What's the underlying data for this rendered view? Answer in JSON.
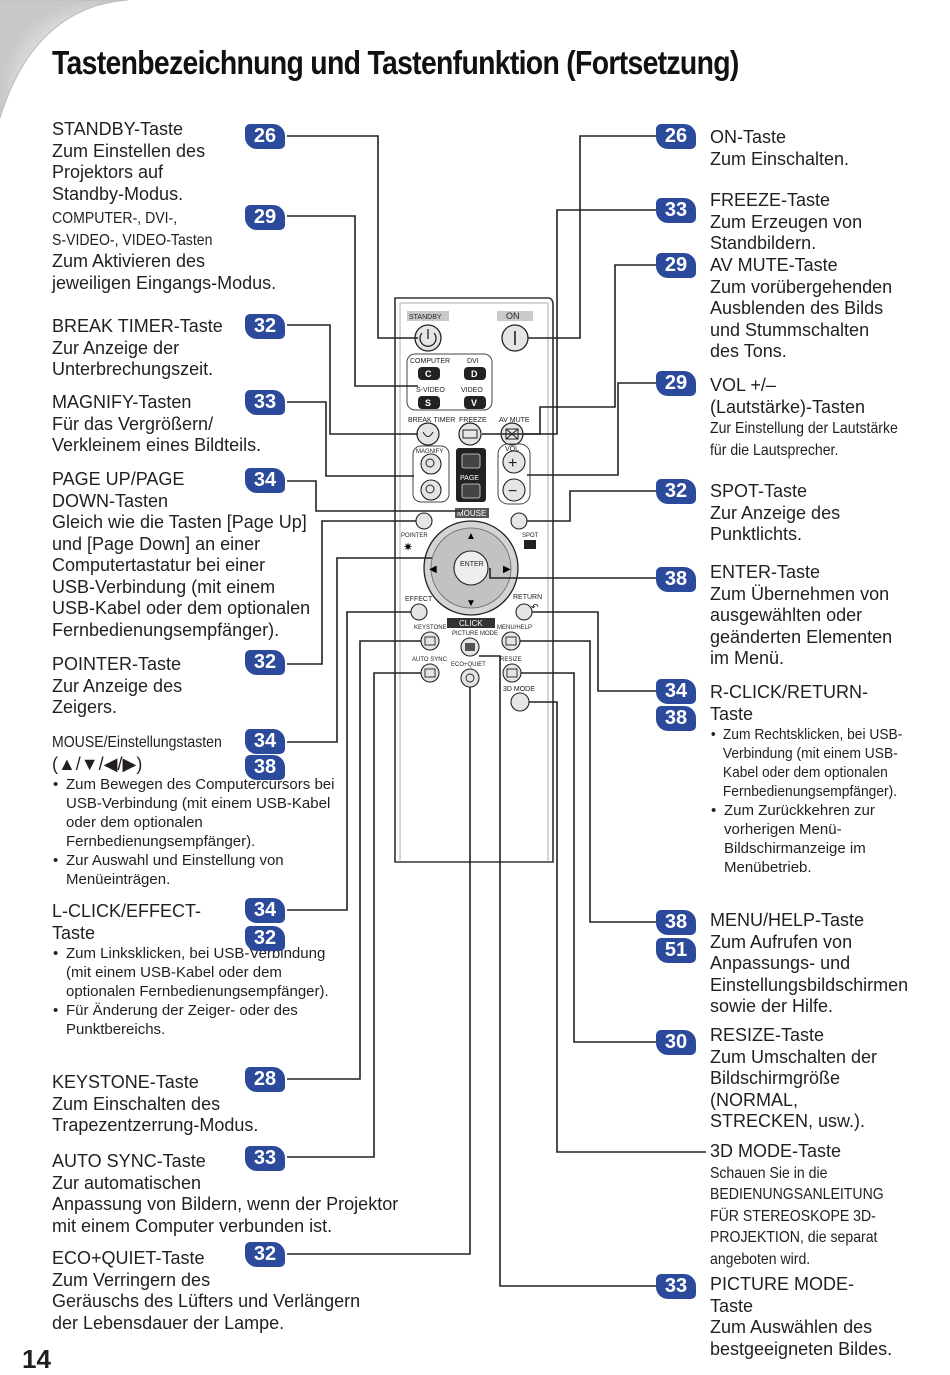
{
  "page": {
    "title": "Tastenbezeichnung und Tastenfunktion (Fortsetzung)",
    "number": "14"
  },
  "left": [
    {
      "name": "STANDBY-Taste",
      "desc": [
        "Zum Einstellen des",
        "Projektors auf",
        "Standby-Modus."
      ],
      "pages": [
        "26"
      ]
    },
    {
      "name": "COMPUTER-, DVI-,",
      "name2": "S-VIDEO-, VIDEO-Tasten",
      "desc": [
        "Zum Aktivieren des",
        "jeweiligen Eingangs-Modus."
      ],
      "pages": [
        "29"
      ]
    },
    {
      "name": "BREAK TIMER-Taste",
      "desc": [
        "Zur Anzeige der",
        "Unterbrechungszeit."
      ],
      "pages": [
        "32"
      ]
    },
    {
      "name": "MAGNIFY-Tasten",
      "desc": [
        "Für das Vergrößern/",
        "Verkleinem eines Bildteils."
      ],
      "pages": [
        "33"
      ]
    },
    {
      "name": "PAGE UP/PAGE",
      "name2": "DOWN-Tasten",
      "desc": [
        "Gleich wie die Tasten [Page Up]",
        "und [Page Down] an einer",
        "Computertastatur bei einer",
        "USB-Verbindung (mit einem",
        "USB-Kabel oder dem optionalen",
        "Fernbedienungsempfänger)."
      ],
      "pages": [
        "34"
      ]
    },
    {
      "name": "POINTER-Taste",
      "desc": [
        "Zur Anzeige des",
        "Zeigers."
      ],
      "pages": [
        "32"
      ]
    },
    {
      "name": "MOUSE/Einstellungstasten",
      "name2": "(▲/▼/◀/▶)",
      "bullets": [
        "Zum Bewegen des Computercursors bei USB-Verbindung (mit einem USB-Kabel oder dem optionalen Fernbedienungsempfänger).",
        "Zur Auswahl und Einstellung von Menüeinträgen."
      ],
      "pages": [
        "34",
        "38"
      ]
    },
    {
      "name": "L-CLICK/EFFECT-",
      "name2": "Taste",
      "bullets": [
        "Zum Linksklicken, bei USB-Verbindung (mit einem USB-Kabel oder dem optionalen Fernbedienungsempfänger).",
        "Für Änderung der Zeiger- oder des Punktbereichs."
      ],
      "pages": [
        "34",
        "32"
      ]
    },
    {
      "name": "KEYSTONE-Taste",
      "desc": [
        "Zum Einschalten des",
        "Trapezentzerrung-Modus."
      ],
      "pages": [
        "28"
      ]
    },
    {
      "name": "AUTO SYNC-Taste",
      "desc": [
        "Zur automatischen",
        "Anpassung von Bildern, wenn der Projektor",
        "mit einem Computer verbunden ist."
      ],
      "pages": [
        "33"
      ]
    },
    {
      "name": "ECO+QUIET-Taste",
      "desc": [
        "Zum Verringern des",
        "Geräuschs des Lüfters und Verlängern",
        "der Lebensdauer der Lampe."
      ],
      "pages": [
        "32"
      ]
    }
  ],
  "right": [
    {
      "name": "ON-Taste",
      "desc": [
        "Zum Einschalten."
      ],
      "pages": [
        "26"
      ]
    },
    {
      "name": "FREEZE-Taste",
      "desc": [
        "Zum Erzeugen von",
        "Standbildern."
      ],
      "pages": [
        "33"
      ]
    },
    {
      "name": "AV MUTE-Taste",
      "desc": [
        "Zum vorübergehenden",
        "Ausblenden des Bilds",
        "und Stummschalten",
        "des Tons."
      ],
      "pages": [
        "29"
      ]
    },
    {
      "name": "VOL +/–",
      "name2": "(Lautstärke)-Tasten",
      "narrow": [
        "Zur Einstellung der Lautstärke",
        "für die Lautsprecher."
      ],
      "pages": [
        "29"
      ]
    },
    {
      "name": "SPOT-Taste",
      "desc": [
        "Zur Anzeige des",
        "Punktlichts."
      ],
      "pages": [
        "32"
      ]
    },
    {
      "name": "ENTER-Taste",
      "desc": [
        "Zum Übernehmen von",
        "ausgewählten oder",
        "geänderten Elementen",
        "im Menü."
      ],
      "pages": [
        "38"
      ]
    },
    {
      "name": "R-CLICK/RETURN-",
      "name2": "Taste",
      "bullets": [
        "Zum Rechtsklicken, bei USB-Verbindung (mit einem USB-Kabel oder dem optionalen Fernbedienungsempfänger).",
        "Zum Zurückkehren zur vorherigen Menü-Bildschirmanzeige im Menübetrieb."
      ],
      "pages": [
        "34",
        "38"
      ]
    },
    {
      "name": "MENU/HELP-Taste",
      "desc": [
        "Zum Aufrufen von",
        "Anpassungs- und",
        "Einstellungsbildschirmen",
        "sowie der Hilfe."
      ],
      "pages": [
        "38",
        "51"
      ]
    },
    {
      "name": "RESIZE-Taste",
      "desc": [
        "Zum Umschalten der",
        "Bildschirmgröße",
        "(NORMAL,",
        "STRECKEN, usw.)."
      ],
      "pages": [
        "30"
      ]
    },
    {
      "name": "3D MODE-Taste",
      "narrow": [
        "Schauen Sie in die",
        "BEDIENUNGSANLEITUNG",
        "FÜR STEREOSKOPE 3D-",
        "PROJEKTION, die separat",
        "angeboten wird."
      ],
      "pages": []
    },
    {
      "name": "PICTURE MODE-",
      "name2": "Taste",
      "desc": [
        "Zum Auswählen des",
        "bestgeeigneten Bildes."
      ],
      "pages": [
        "33"
      ]
    }
  ],
  "remote": {
    "labels": {
      "standby": "STANDBY",
      "on": "ON",
      "computer": "COMPUTER",
      "dvi": "DVI",
      "svideo": "S-VIDEO",
      "video": "VIDEO",
      "break_timer": "BREAK TIMER",
      "freeze": "FREEZE",
      "av_mute": "AV MUTE",
      "magnify": "MAGNIFY",
      "vol": "VOL",
      "page": "PAGE",
      "mouse": "MOUSE",
      "pointer": "POINTER",
      "spot": "SPOT",
      "enter": "ENTER",
      "effect": "EFFECT",
      "return": "RETURN",
      "click": "CLICK",
      "keystone": "KEYSTONE",
      "picture_mode": "PICTURE MODE",
      "menu_help": "MENU/HELP",
      "auto_sync": "AUTO SYNC",
      "eco_quiet": "ECO+QUIET",
      "resize": "RESIZE",
      "mode_3d": "3D MODE",
      "key_c": "C",
      "key_d": "D",
      "key_s": "S",
      "key_v": "V",
      "vol_plus": "+",
      "vol_minus": "−"
    }
  }
}
